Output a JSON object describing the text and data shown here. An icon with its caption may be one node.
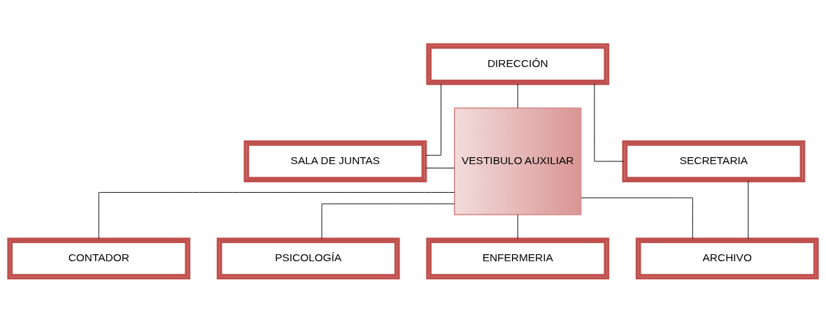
{
  "diagram": {
    "nodes": [
      {
        "text": [
          "DIRECCIÓN"
        ]
      },
      {
        "text": [
          "SALA DE JUNTAS"
        ]
      },
      {
        "text": [
          "VESTIBULO AUXILIAR"
        ]
      },
      {
        "text": [
          "SECRETARIA"
        ]
      },
      {
        "text": [
          "PSICOLOGÍA"
        ]
      },
      {
        "text": [
          "ARCHIVO"
        ]
      },
      {
        "text": [
          "ENFERMERIA"
        ]
      },
      {
        "text": [
          "CONTADOR"
        ]
      }
    ],
    "edges": [
      {
        "from": 0,
        "to": 1,
        "arrow": "none"
      },
      {
        "from": 0,
        "to": 2,
        "arrow": "none"
      },
      {
        "from": 0,
        "to": 3,
        "arrow": "none"
      },
      {
        "from": 1,
        "to": 2,
        "arrow": "none"
      },
      {
        "from": 4,
        "to": 2,
        "arrow": "none"
      },
      {
        "from": 6,
        "to": 2,
        "arrow": "none"
      },
      {
        "from": 2,
        "to": 5,
        "arrow": "none"
      },
      {
        "from": 2,
        "to": 7,
        "arrow": "none"
      },
      {
        "from": 3,
        "to": 5,
        "arrow": "none"
      }
    ]
  }
}
